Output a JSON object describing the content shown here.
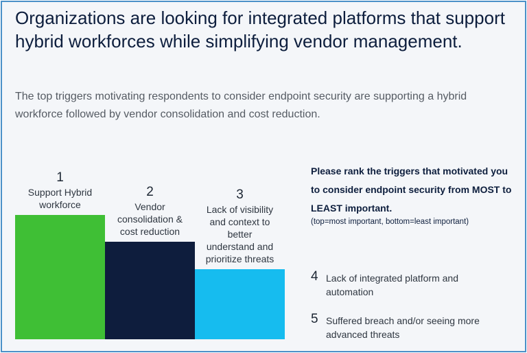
{
  "headline": "Organizations are looking for integrated platforms that support hybrid workforces while simplifying vendor management.",
  "subtitle": "The top triggers motivating respondents to consider endpoint security are supporting a hybrid workforce followed by vendor consolidation and cost reduction.",
  "question": "Please rank the triggers that motivated you to consider endpoint security from MOST to LEAST important.",
  "note": "(top=most important, bottom=least important)",
  "colors": {
    "rank1": "#3fbf35",
    "rank2": "#0e1d3d",
    "rank3": "#16bcef"
  },
  "chart_data": {
    "type": "bar",
    "categories": [
      "Support Hybrid workforce",
      "Vendor consolidation & cost reduction",
      "Lack of visibility and context to better understand and prioritize threats",
      "Lack of integrated platform and automation",
      "Suffered breach and/or seeing more advanced threats"
    ],
    "ranks": [
      1,
      2,
      3,
      4,
      5
    ],
    "podium": [
      {
        "rank": "1",
        "lines": [
          "Support Hybrid",
          "workforce"
        ],
        "color": "#3fbf35"
      },
      {
        "rank": "2",
        "lines": [
          "Vendor",
          "consolidation &",
          "cost reduction"
        ],
        "color": "#0e1d3d"
      },
      {
        "rank": "3",
        "lines": [
          "Lack of visibility",
          "and context to",
          "better",
          "understand and",
          "prioritize threats"
        ],
        "color": "#16bcef"
      }
    ],
    "others": [
      {
        "rank": "4",
        "lines": [
          "Lack of integrated platform and",
          "automation"
        ]
      },
      {
        "rank": "5",
        "lines": [
          "Suffered breach and/or seeing more",
          "advanced threats"
        ]
      }
    ]
  }
}
